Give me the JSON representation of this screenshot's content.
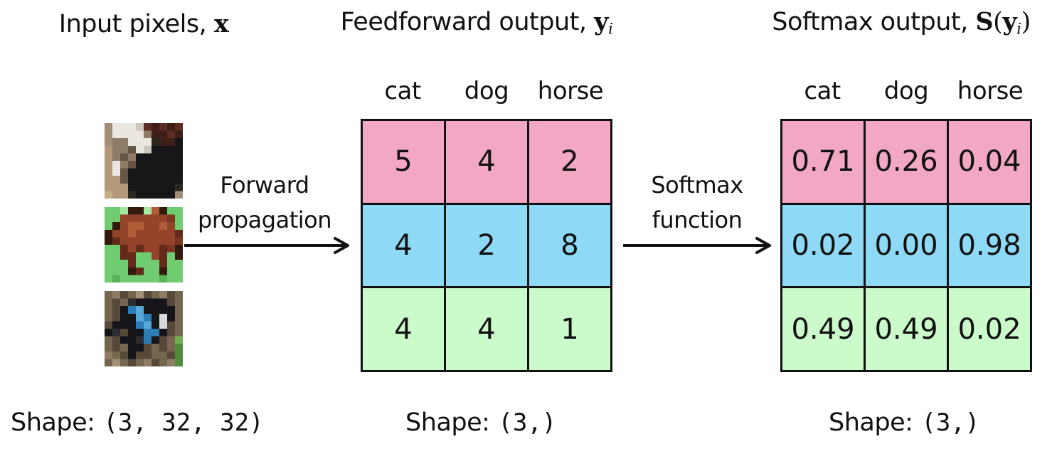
{
  "colors": {
    "row_pink": "#f2a7c4",
    "row_blue": "#8ed9f6",
    "row_green": "#cbfacb",
    "border": "#111111",
    "background": "#ffffff"
  },
  "titles": {
    "input": {
      "label": "Input pixels,",
      "math": "x"
    },
    "feedforward": {
      "label": "Feedforward output,",
      "math": "y",
      "sub": "i"
    },
    "softmax": {
      "label": "Softmax output,",
      "fn": "S",
      "open": "(",
      "math": "y",
      "sub": "i",
      "close": ")"
    }
  },
  "input_images": [
    {
      "name": "cat-photo",
      "palette": {
        "t": "#b3997a",
        "T": "#c6ad85",
        "s": "#a18e77",
        "w": "#eae7e1",
        "W": "#cfc8be",
        "g": "#8c7c68",
        "G": "#665645",
        "m": "#5e2d22",
        "M": "#3d1f17",
        "k": "#17171a",
        "K": "#2a2620"
      },
      "rows": [
        "swwwWmMmMm",
        "swwwwgMMmM",
        "sggwwwKMMk",
        "tggGwWkkkk",
        "tgGgkkkkkk",
        "twgGkkkkkk",
        "twGkkkkkkk",
        "ttGkkkkkkk",
        "tttkkkkkkK",
        "TttKkkkkks"
      ]
    },
    {
      "name": "horse-photo",
      "palette": {
        "e": "#70cc70",
        "E": "#58b258",
        "f": "#a6e89e",
        "h": "#94432b",
        "H": "#632a1b",
        "n": "#b15d37",
        "D": "#34190f",
        "d": "#7b3620"
      },
      "rows": [
        "eefDDfnDee",
        "eehhhhhhde",
        "eDhnnhhnhe",
        "DhhnhhhhhH",
        "DHhhhhhhhd",
        "eeHhHhhHdD",
        "eeHHeehHeD",
        "eeeHeeeHee",
        "eeeDHeeDee",
        "eEeeeeeEee"
      ]
    },
    {
      "name": "dog-photo",
      "palette": {
        "r": "#75664f",
        "R": "#8f7d63",
        "s": "#57493a",
        "q": "#a28f75",
        "k": "#15151a",
        "K": "#2c2c33",
        "b": "#2e7cb5",
        "B": "#58a8da",
        "w": "#d9d9d9",
        "g": "#4f8d3c",
        "G": "#71b04e"
      },
      "rows": [
        "rRsrqsrRsr",
        "rsrKkkkksr",
        "rskbBkkkkr",
        "rskkBbkwkr",
        "skkkbBkwsr",
        "kKskkbbksr",
        "rskkKbksrG",
        "rsrkksrsrg",
        "Rrskssrrsg",
        "rqrsrRsrRg"
      ]
    }
  ],
  "arrows": [
    {
      "line1": "Forward",
      "line2": "propagation"
    },
    {
      "line1": "Softmax",
      "line2": "function"
    }
  ],
  "matrix_columns": [
    "cat",
    "dog",
    "horse"
  ],
  "feedforward_matrix": {
    "rows": [
      [
        "5",
        "4",
        "2"
      ],
      [
        "4",
        "2",
        "8"
      ],
      [
        "4",
        "4",
        "1"
      ]
    ]
  },
  "softmax_matrix": {
    "rows": [
      [
        "0.71",
        "0.26",
        "0.04"
      ],
      [
        "0.02",
        "0.00",
        "0.98"
      ],
      [
        "0.49",
        "0.49",
        "0.02"
      ]
    ]
  },
  "shape_labels": [
    {
      "label": "Shape:",
      "value": "(3, 32, 32)"
    },
    {
      "label": "Shape:",
      "value": "(3,)"
    },
    {
      "label": "Shape:",
      "value": "(3,)"
    }
  ]
}
